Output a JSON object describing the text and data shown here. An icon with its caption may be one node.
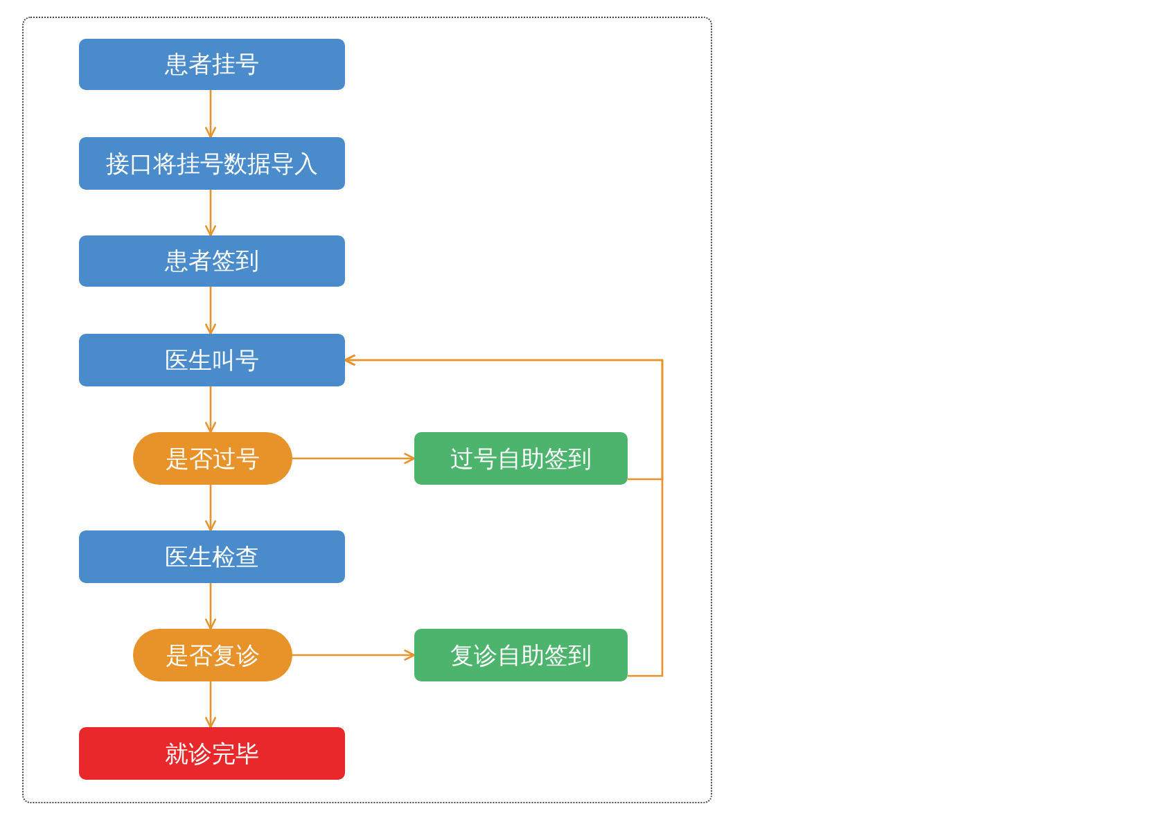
{
  "diagram": {
    "nodes": [
      {
        "text": [
          "患者挂号"
        ]
      },
      {
        "text": [
          "接口将挂号数据导入"
        ]
      },
      {
        "text": [
          "患者签到"
        ]
      },
      {
        "text": [
          "医生叫号"
        ]
      },
      {
        "text": [
          "是否过号"
        ]
      },
      {
        "text": [
          "过号自助签到"
        ]
      },
      {
        "text": [
          "医生检查"
        ]
      },
      {
        "text": [
          "是否复诊"
        ]
      },
      {
        "text": [
          "复诊自助签到"
        ]
      },
      {
        "text": [
          "就诊完毕"
        ]
      }
    ],
    "edges": [
      {
        "from": 0,
        "to": 1,
        "arrow": "to"
      },
      {
        "from": 1,
        "to": 2,
        "arrow": "to"
      },
      {
        "from": 2,
        "to": 3,
        "arrow": "to"
      },
      {
        "from": 3,
        "to": 4,
        "arrow": "to"
      },
      {
        "from": 4,
        "to": 5,
        "arrow": "to"
      },
      {
        "from": 4,
        "to": 6,
        "arrow": "to"
      },
      {
        "from": 6,
        "to": 7,
        "arrow": "to"
      },
      {
        "from": 7,
        "to": 8,
        "arrow": "to"
      },
      {
        "from": 7,
        "to": 9,
        "arrow": "to"
      },
      {
        "from": 5,
        "to": 3,
        "arrow": "to"
      },
      {
        "from": 8,
        "to": 3,
        "arrow": "to"
      }
    ]
  }
}
